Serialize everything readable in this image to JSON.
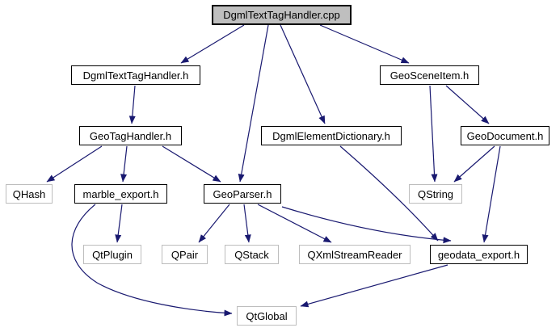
{
  "diagram": {
    "kind": "include-dependency-graph",
    "colors": {
      "edge": "#191970",
      "node_border": "#000000",
      "external_node_border": "#bdbdbd",
      "main_node_fill": "#bfbfbf",
      "node_fill": "#ffffff",
      "text": "#000000",
      "background": "#ffffff"
    },
    "nodes": [
      {
        "id": "DgmlTextTagHandler_cpp",
        "label": "DgmlTextTagHandler.cpp",
        "type": "main"
      },
      {
        "id": "DgmlTextTagHandler_h",
        "label": "DgmlTextTagHandler.h",
        "type": "internal"
      },
      {
        "id": "GeoSceneItem_h",
        "label": "GeoSceneItem.h",
        "type": "internal"
      },
      {
        "id": "GeoTagHandler_h",
        "label": "GeoTagHandler.h",
        "type": "internal"
      },
      {
        "id": "DgmlElementDictionary_h",
        "label": "DgmlElementDictionary.h",
        "type": "internal"
      },
      {
        "id": "GeoDocument_h",
        "label": "GeoDocument.h",
        "type": "internal"
      },
      {
        "id": "QHash",
        "label": "QHash",
        "type": "external"
      },
      {
        "id": "marble_export_h",
        "label": "marble_export.h",
        "type": "internal"
      },
      {
        "id": "GeoParser_h",
        "label": "GeoParser.h",
        "type": "internal"
      },
      {
        "id": "QString",
        "label": "QString",
        "type": "external"
      },
      {
        "id": "QtPlugin",
        "label": "QtPlugin",
        "type": "external"
      },
      {
        "id": "QPair",
        "label": "QPair",
        "type": "external"
      },
      {
        "id": "QStack",
        "label": "QStack",
        "type": "external"
      },
      {
        "id": "QXmlStreamReader",
        "label": "QXmlStreamReader",
        "type": "external"
      },
      {
        "id": "geodata_export_h",
        "label": "geodata_export.h",
        "type": "internal"
      },
      {
        "id": "QtGlobal",
        "label": "QtGlobal",
        "type": "external"
      }
    ],
    "edges": [
      {
        "from": "DgmlTextTagHandler_cpp",
        "to": "DgmlTextTagHandler_h"
      },
      {
        "from": "DgmlTextTagHandler_cpp",
        "to": "GeoParser_h"
      },
      {
        "from": "DgmlTextTagHandler_cpp",
        "to": "DgmlElementDictionary_h"
      },
      {
        "from": "DgmlTextTagHandler_cpp",
        "to": "GeoSceneItem_h"
      },
      {
        "from": "DgmlTextTagHandler_h",
        "to": "GeoTagHandler_h"
      },
      {
        "from": "GeoTagHandler_h",
        "to": "QHash"
      },
      {
        "from": "GeoTagHandler_h",
        "to": "marble_export_h"
      },
      {
        "from": "GeoTagHandler_h",
        "to": "GeoParser_h"
      },
      {
        "from": "GeoSceneItem_h",
        "to": "QString"
      },
      {
        "from": "GeoSceneItem_h",
        "to": "GeoDocument_h"
      },
      {
        "from": "GeoDocument_h",
        "to": "QString"
      },
      {
        "from": "GeoDocument_h",
        "to": "geodata_export_h"
      },
      {
        "from": "DgmlElementDictionary_h",
        "to": "geodata_export_h"
      },
      {
        "from": "GeoParser_h",
        "to": "QPair"
      },
      {
        "from": "GeoParser_h",
        "to": "QStack"
      },
      {
        "from": "GeoParser_h",
        "to": "QXmlStreamReader"
      },
      {
        "from": "GeoParser_h",
        "to": "geodata_export_h"
      },
      {
        "from": "marble_export_h",
        "to": "QtPlugin"
      },
      {
        "from": "marble_export_h",
        "to": "QtGlobal"
      },
      {
        "from": "geodata_export_h",
        "to": "QtGlobal"
      }
    ]
  }
}
